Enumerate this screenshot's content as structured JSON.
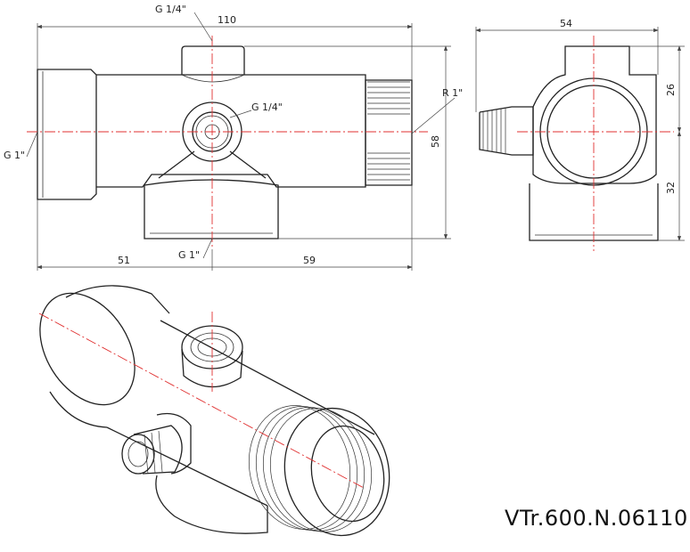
{
  "dimensions": {
    "length_total": "110",
    "length_left": "51",
    "length_right": "59",
    "height_total": "58",
    "side_width": "54",
    "side_upper": "26",
    "side_lower": "32"
  },
  "threads": {
    "top_port": "G 1/4\"",
    "side_port": "G 1/4\"",
    "left_inlet": "G 1\"",
    "bottom_port": "G 1\"",
    "right_outlet": "R 1\""
  },
  "product_code": "VTr.600.N.06110",
  "colors": {
    "line": "#222222",
    "axis": "#e03030",
    "background": "#ffffff"
  }
}
